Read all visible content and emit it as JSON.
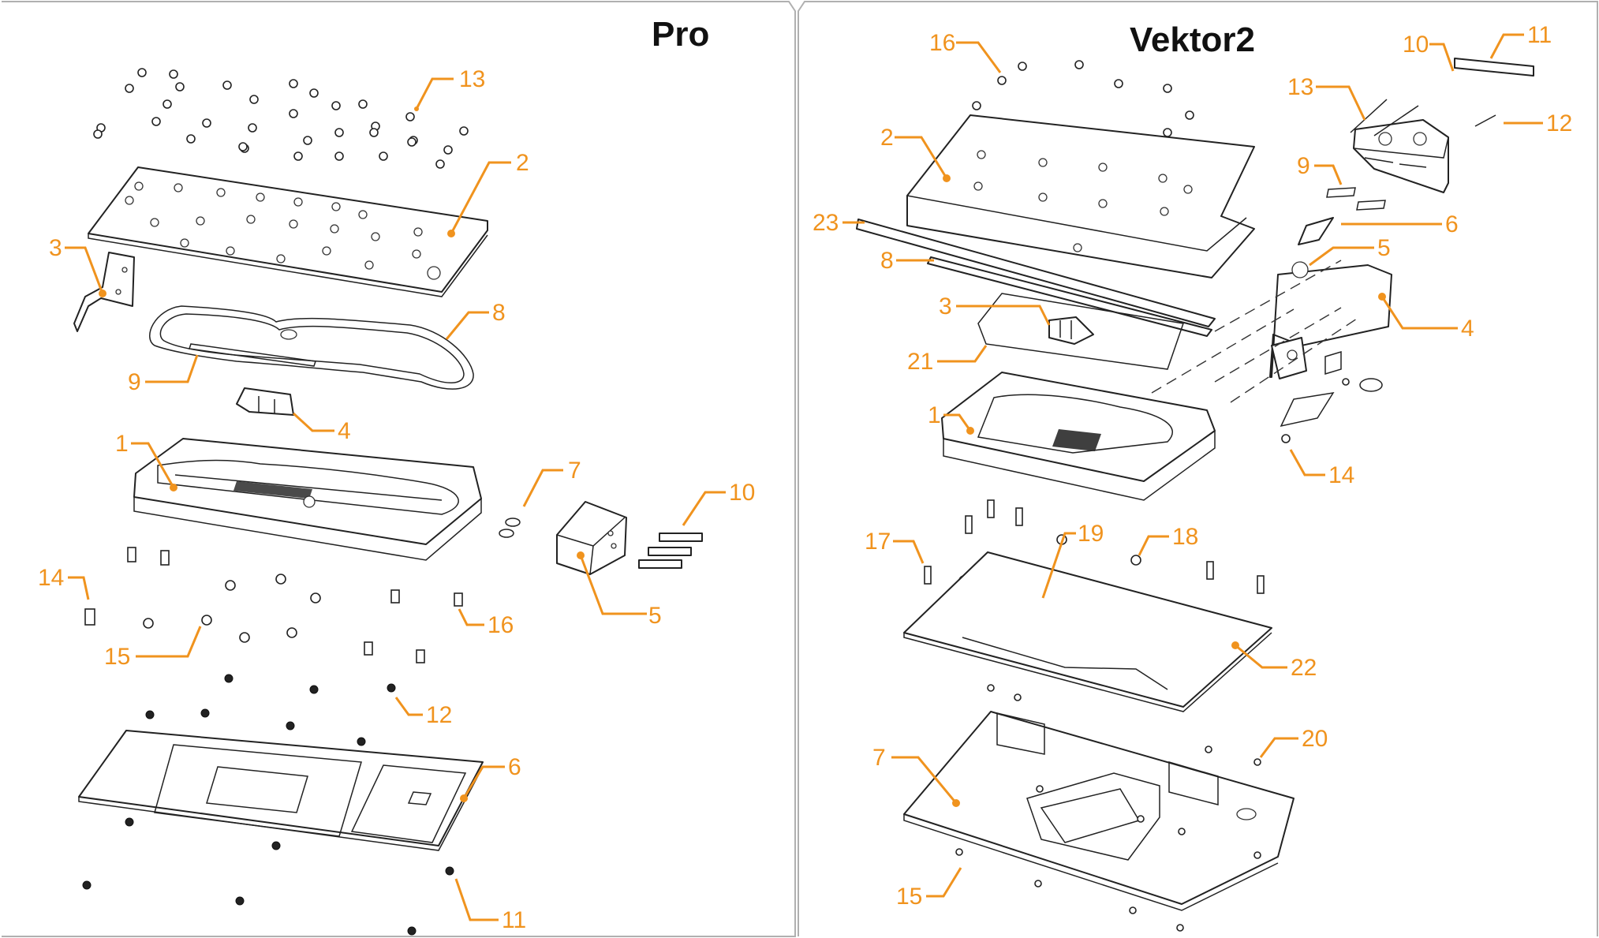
{
  "colors": {
    "callout": "#f0931e",
    "line": "#222222",
    "border": "#b0b0b0"
  },
  "panels": [
    {
      "title": "Pro",
      "labels": [
        "13",
        "2",
        "3",
        "8",
        "9",
        "4",
        "1",
        "7",
        "10",
        "14",
        "16",
        "15",
        "5",
        "12",
        "6",
        "11"
      ]
    },
    {
      "title": "Vektor2",
      "labels": [
        "16",
        "10",
        "11",
        "13",
        "12",
        "2",
        "9",
        "23",
        "6",
        "5",
        "8",
        "4",
        "3",
        "21",
        "1",
        "14",
        "17",
        "19",
        "18",
        "22",
        "7",
        "20",
        "15"
      ]
    }
  ]
}
